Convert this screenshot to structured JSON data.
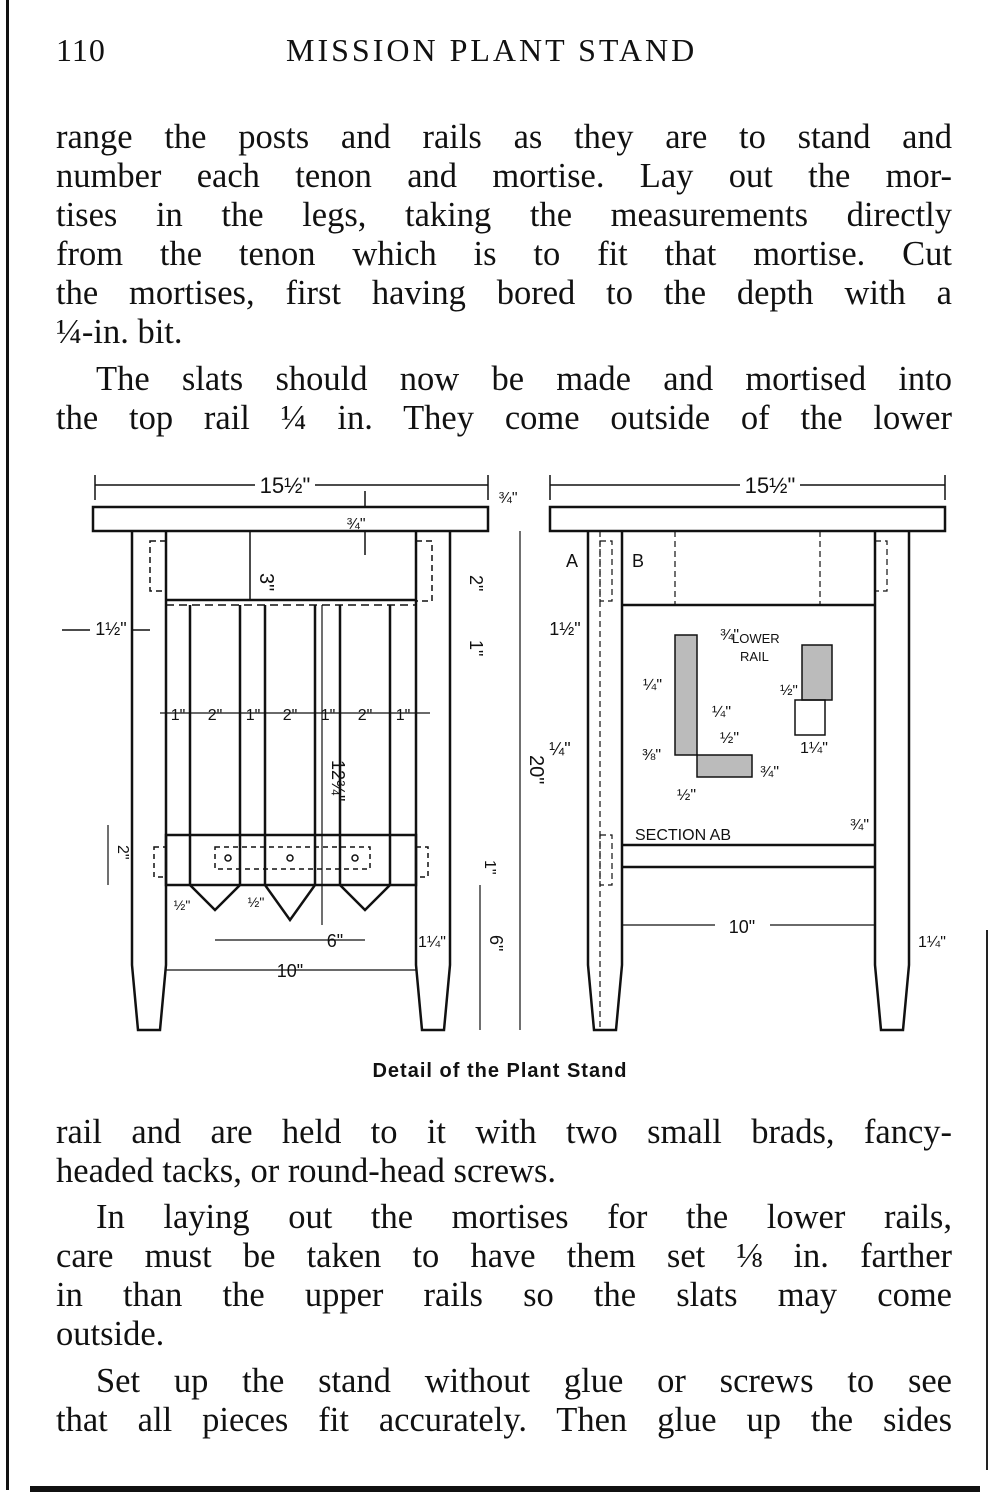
{
  "header": {
    "page_number": "110",
    "running_title": "MISSION PLANT STAND"
  },
  "paragraph_1": {
    "lines": [
      "range the posts and rails as they are to stand and",
      "number each tenon and mortise. Lay out the mor-",
      "tises in the legs, taking the measurements directly",
      "from the tenon which is to fit that mortise. Cut",
      "the mortises, first having bored to the depth with a",
      "¼-in. bit."
    ]
  },
  "paragraph_2": {
    "lines": [
      "The slats should now be made and mortised into",
      "the top rail ¼ in. They come outside of the lower"
    ]
  },
  "figure": {
    "caption": "Detail of the Plant Stand",
    "dims": {
      "top_width_front": "15½\"",
      "top_width_side": "15½\"",
      "top_thickness": "¾\"",
      "top_thickness_inner": "¾\"",
      "rail_drop": "3\"",
      "tenon_depth": "2\"",
      "rail_height": "1½\"",
      "slat_gap_1": "1\"",
      "slat_width_1": "2\"",
      "slat_gap_2": "1\"",
      "slat_width_2": "2\"",
      "slat_gap_3": "1\"",
      "slat_width_3": "2\"",
      "slat_gap_4": "1\"",
      "slat_length": "12¾\"",
      "lower_rail_height": "2\"",
      "lower_offset": "1\"",
      "point_depth": "½\"",
      "point_depth_2": "½\"",
      "point_span": "6\"",
      "inner_width": "10\"",
      "leg_taper": "1¼\"",
      "bottom_height": "6\"",
      "overall_height": "20\"",
      "side_leg_width": "1½\"",
      "side_quarter": "¼\"",
      "side_inner_width": "10\"",
      "side_leg_taper": "1¼\"",
      "side_lower_thickness": "¾\"",
      "label_a": "A",
      "label_b": "B",
      "section_label": "SECTION AB",
      "lower_rail_label_1": "LOWER",
      "lower_rail_label_2": "RAIL",
      "sec_three_quarter": "¾\"",
      "sec_quarter_1": "¼\"",
      "sec_quarter_2": "¼\"",
      "sec_half_1": "½\"",
      "sec_half_2": "½\"",
      "sec_three_eighths": "⅜\"",
      "sec_one_quarter_b": "1¼\"",
      "sec_three_quarter_b": "¾\"",
      "sec_half_bottom": "½\""
    }
  },
  "paragraph_3": {
    "lines": [
      "rail and are held to it with two small brads, fancy-",
      "headed tacks, or round-head screws."
    ]
  },
  "paragraph_4": {
    "lines": [
      "In laying out the mortises for the lower rails,",
      "care must be taken to have them set ⅛ in. farther",
      "in than the upper rails so the slats may come",
      "outside."
    ]
  },
  "paragraph_5": {
    "lines": [
      "Set up the stand without glue or screws to see",
      "that all pieces fit accurately. Then glue up the sides"
    ]
  }
}
